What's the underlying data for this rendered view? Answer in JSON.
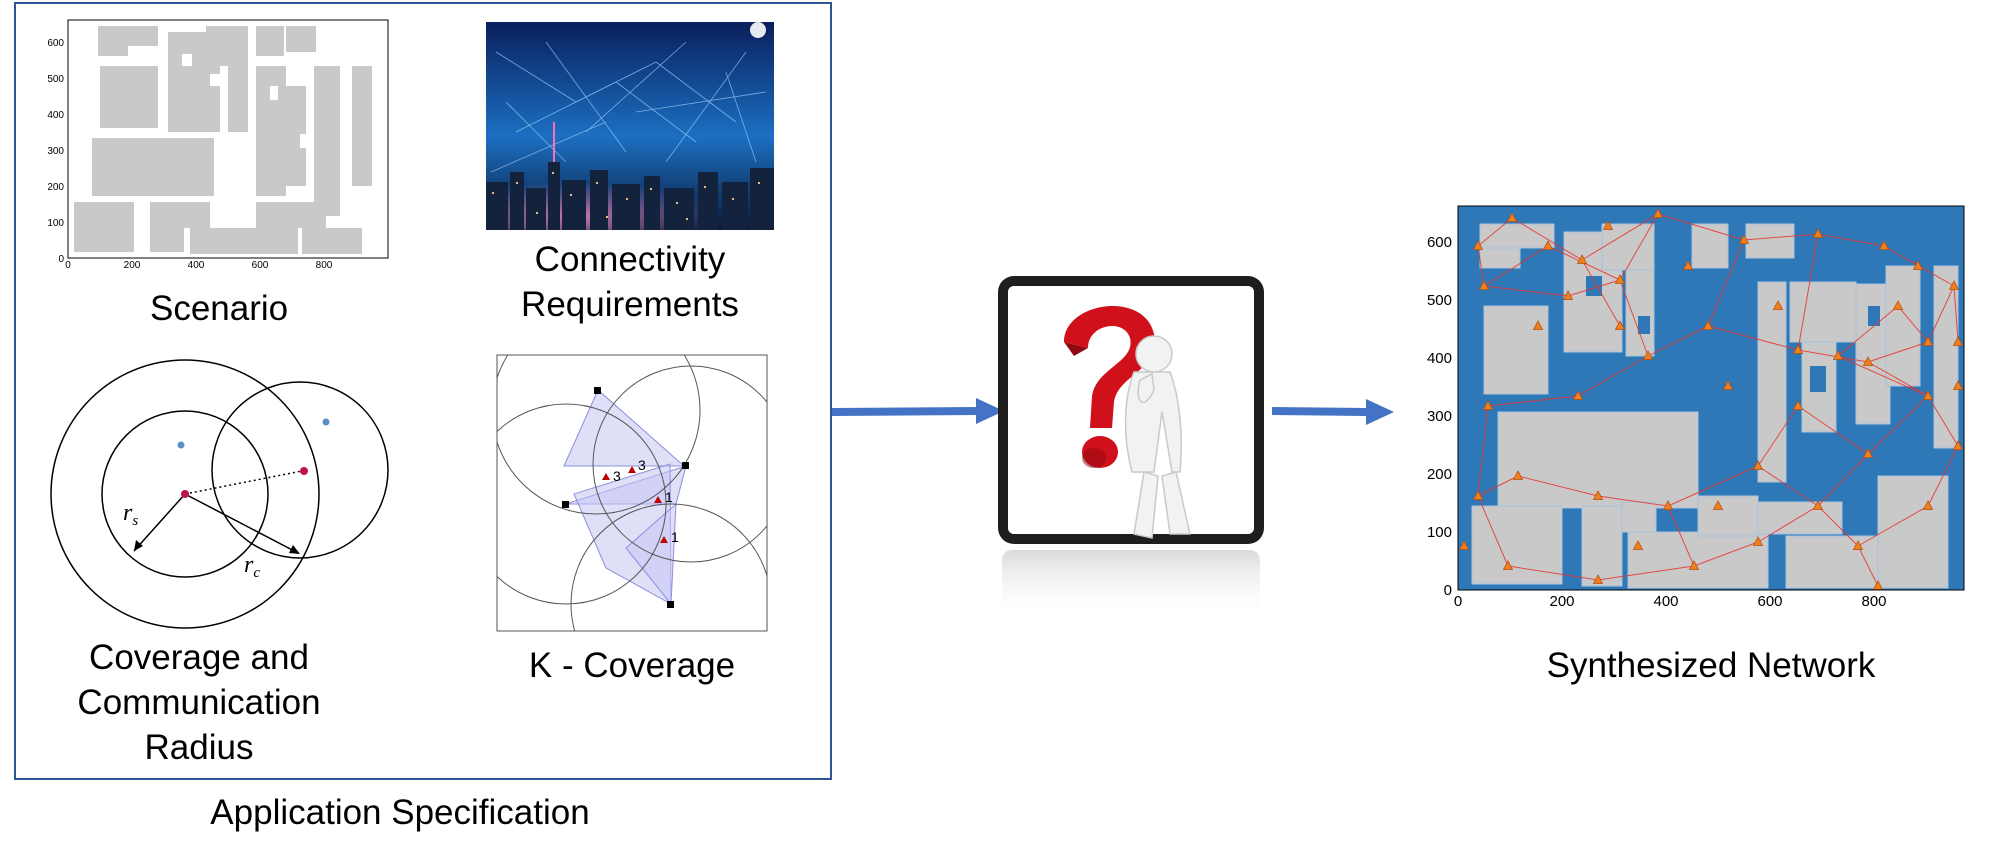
{
  "captions": {
    "scenario": "Scenario",
    "connectivity_line1": "Connectivity",
    "connectivity_line2": "Requirements",
    "coverage_line1": "Coverage and",
    "coverage_line2": "Communication",
    "coverage_line3": "Radius",
    "k_coverage": "K - Coverage",
    "application_spec": "Application Specification",
    "synthesized": "Synthesized Network"
  },
  "radius_labels": {
    "rs_main": "r",
    "rs_sub": "s",
    "rc_main": "r",
    "rc_sub": "c"
  },
  "k_labels": [
    "3",
    "3",
    "1",
    "1"
  ],
  "scenario_axes": {
    "x_ticks": [
      "0",
      "200",
      "400",
      "600",
      "800"
    ],
    "y_ticks": [
      "0",
      "100",
      "200",
      "300",
      "400",
      "500",
      "600"
    ]
  },
  "network_axes": {
    "x_ticks": [
      "0",
      "200",
      "400",
      "600",
      "800"
    ],
    "y_ticks": [
      "0",
      "100",
      "200",
      "300",
      "400",
      "500",
      "600"
    ]
  },
  "colors": {
    "box_border": "#2f5597",
    "arrow": "#4472c4",
    "building": "#c9c9c9",
    "network_bg": "#2e78b7",
    "node": "#f07f1e",
    "edge": "#e8342c",
    "sensor_blue": "#5b8fc7",
    "sensor_red": "#c0134b",
    "question_red": "#d0101a"
  },
  "icons": {
    "city_photo": "city-network-photo-icon",
    "thinking": "thinking-person-question-icon"
  }
}
